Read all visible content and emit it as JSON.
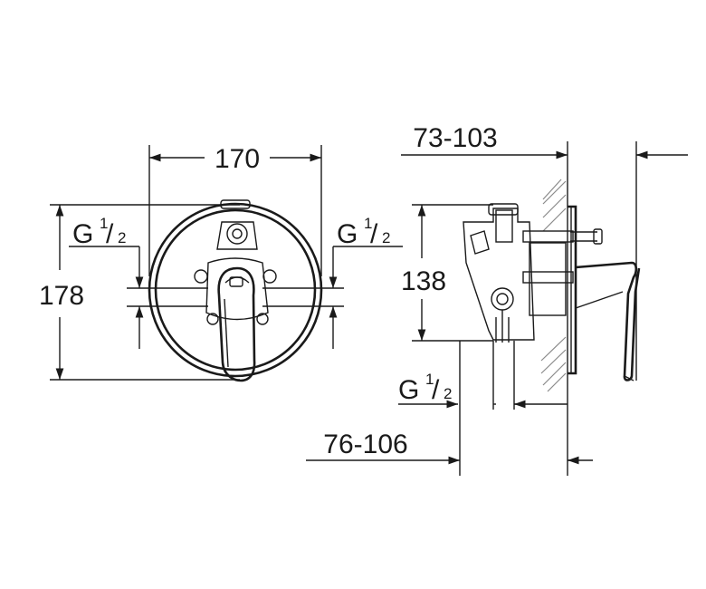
{
  "front_view": {
    "width_dim": "170",
    "height_dim": "178",
    "left_thread": {
      "base": "G ",
      "num": "1",
      "den": "2"
    },
    "right_thread": {
      "base": "G ",
      "num": "1",
      "den": "2"
    }
  },
  "side_view": {
    "depth_dim_top": "73-103",
    "height_dim": "138",
    "thread": {
      "base": "G ",
      "num": "1",
      "den": "2"
    },
    "depth_dim_bottom": "76-106"
  }
}
